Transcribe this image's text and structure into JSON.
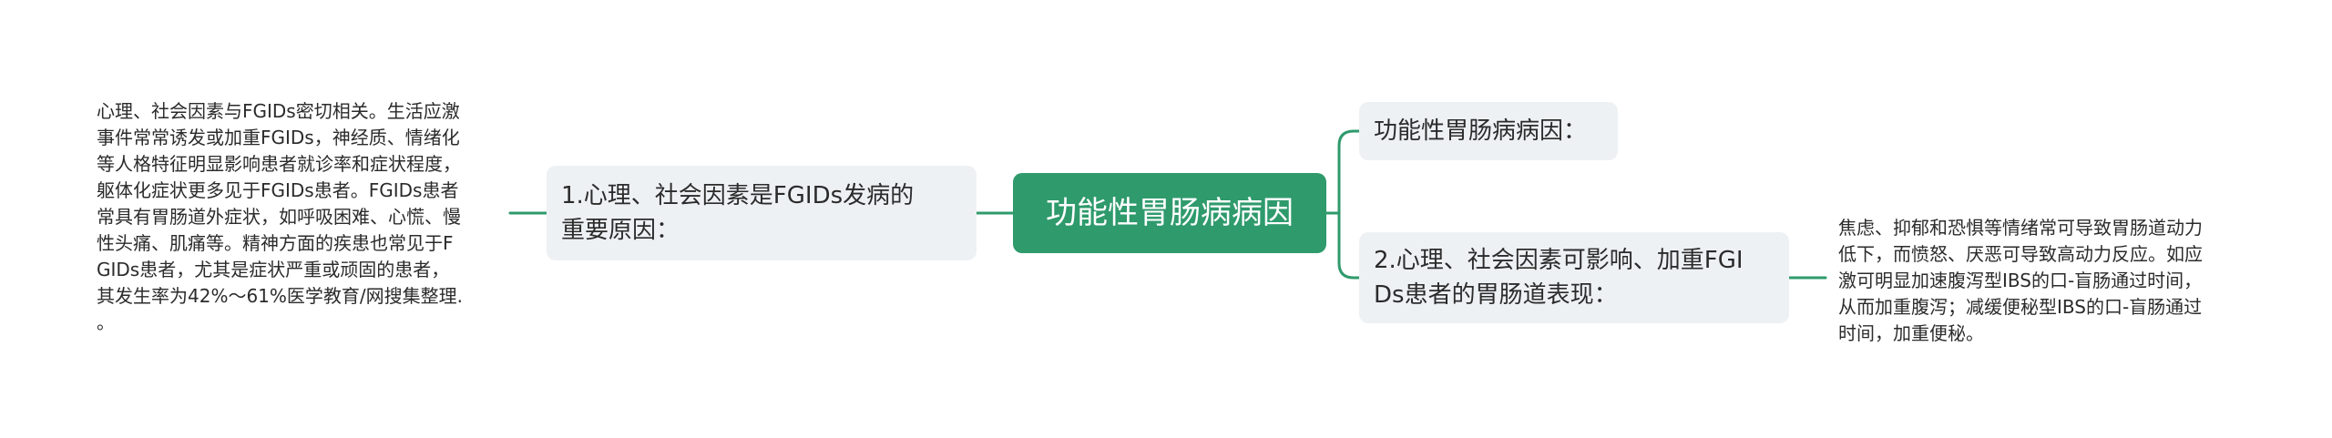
{
  "colors": {
    "root_fill": "#2f9a6c",
    "branch_fill": "#eef1f4",
    "connector": "#2f9a6c",
    "text": "#2b2b2b"
  },
  "root": {
    "label": "功能性胃肠病病因"
  },
  "branches": {
    "top": {
      "label": "功能性胃肠病病因："
    },
    "left": {
      "label": "1.心理、社会因素是FGIDs发病的\n重要原因："
    },
    "right": {
      "label": "2.心理、社会因素可影响、加重FGI\nDs患者的胃肠道表现："
    }
  },
  "leaves": {
    "left": {
      "text": "心理、社会因素与FGIDs密切相关。生活应激\n事件常常诱发或加重FGIDs，神经质、情绪化\n等人格特征明显影响患者就诊率和症状程度，\n躯体化症状更多见于FGIDs患者。FGIDs患者\n常具有胃肠道外症状，如呼吸困难、心慌、慢\n性头痛、肌痛等。精神方面的疾患也常见于F\nGIDs患者，尤其是症状严重或顽固的患者，\n其发生率为42%～61%医学教育/网搜集整理.\n。"
    },
    "right": {
      "text": "焦虑、抑郁和恐惧等情绪常可导致胃肠道动力\n低下，而愤怒、厌恶可导致高动力反应。如应\n激可明显加速腹泻型IBS的口-盲肠通过时间，\n从而加重腹泻；减缓便秘型IBS的口-盲肠通过\n时间，加重便秘。"
    }
  }
}
